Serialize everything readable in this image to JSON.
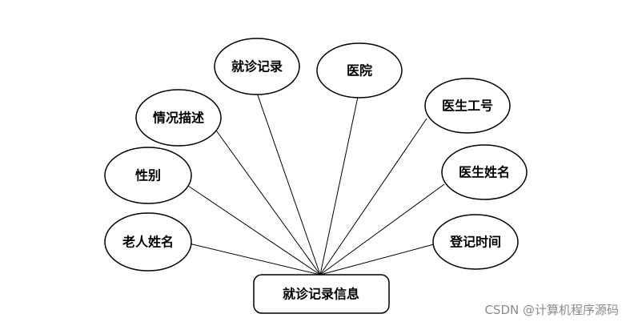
{
  "diagram": {
    "entity": "就诊记录信息",
    "attributes": [
      "老人姓名",
      "性别",
      "情况描述",
      "就诊记录",
      "医院",
      "医生工号",
      "医生姓名",
      "登记时间"
    ]
  },
  "watermark": "CSDN @计算机程序源码"
}
